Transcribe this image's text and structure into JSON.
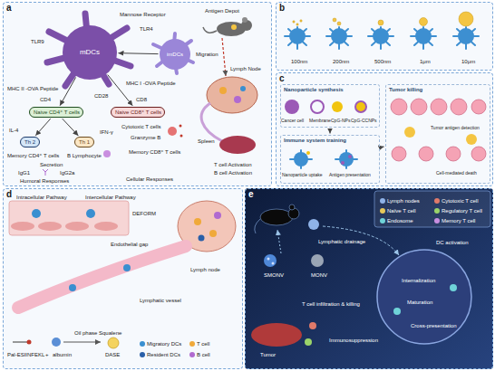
{
  "diagram": {
    "nodes": [
      {
        "text": [
          "a"
        ]
      },
      {
        "text": [
          "b"
        ]
      },
      {
        "text": [
          "c"
        ]
      },
      {
        "text": [
          "d"
        ]
      },
      {
        "text": [
          "e"
        ]
      },
      {
        "text": [
          "mDCs"
        ],
        "in": 0
      },
      {
        "text": [
          "imDCs"
        ],
        "in": 0
      },
      {
        "text": [
          "Naive CD4⁺ T cells"
        ],
        "in": 0
      },
      {
        "text": [
          "Naive CD8⁺ T cells"
        ],
        "in": 0
      },
      {
        "text": [
          "Th 2"
        ],
        "in": 0
      },
      {
        "text": [
          "Th 1"
        ],
        "in": 0
      },
      {
        "text": [
          "Nanoparticle synthesis"
        ],
        "in": 2
      },
      {
        "text": [
          "Tumor killing"
        ],
        "in": 2
      },
      {
        "text": [
          "Immune system training"
        ],
        "in": 2
      }
    ],
    "edges": [
      {
        "from": 6,
        "to": 5,
        "arrow": "to"
      },
      {
        "from": 5,
        "to": 7,
        "arrow": "to"
      },
      {
        "from": 5,
        "to": 8,
        "arrow": "to"
      },
      {
        "from": 7,
        "to": 9,
        "arrow": "to"
      },
      {
        "from": 7,
        "to": 10,
        "arrow": "to"
      },
      {
        "from": 11,
        "to": 13,
        "arrow": "to"
      },
      {
        "from": 13,
        "to": 12,
        "arrow": "to"
      }
    ],
    "labels": [
      "Mannose Receptor",
      "Antigen Depot",
      "TLR4",
      "TLR9",
      "Migration",
      "Lymph Node",
      "MHC II -OVA Peptide",
      "MHC I -OVA Peptide",
      "CD28",
      "CD4",
      "CD8",
      "Cytotoxic T cells",
      "IL-4",
      "IFN-γ",
      "Granzyme B",
      "Spleen",
      "Memory CD8⁺ T cells",
      "Memory CD4⁺ T cells",
      "B Lymphocyte",
      "Secretion",
      "T cell Activation",
      "IgG1",
      "IgG2a",
      "B cell Activation",
      "Cellular Responses",
      "Humoral Responses",
      "100nm",
      "200nm",
      "500nm",
      "1μm",
      "10μm",
      "Cancer cell",
      "Membrane",
      "CpG-NPs",
      "CpG-CCNPs",
      "Tumor antigen detection",
      "Nanoparticle uptake",
      "Antigen presentation",
      "Cell-mediated death",
      "Intracellular Pathway",
      "Intercellular Pathway",
      "DEFORM",
      "Endothelial gap",
      "Lymph node",
      "Lymphatic vessel",
      "Oil phase Squalene",
      "Pal-ESIINFEKL",
      "+",
      "albumin",
      "DASE",
      "Lymphatic drainage",
      "DC activation",
      "SMONV",
      "MONV",
      "Internalization",
      "Maturation",
      "T cell infiltration & killing",
      "Cross-presentation",
      "Immunosuppression",
      "Tumor"
    ],
    "legend": [
      {
        "text": "Migratory DCs",
        "color": "#3a8fd0"
      },
      {
        "text": "Resident DCs",
        "color": "#2a5fa8"
      },
      {
        "text": "T cell",
        "color": "#f0a93a"
      },
      {
        "text": "B cell",
        "color": "#b06ad0"
      },
      {
        "text": "Lymph nodes",
        "color": "#8fb3e8"
      },
      {
        "text": "Naïve T cell",
        "color": "#e6c85a"
      },
      {
        "text": "Endosome",
        "color": "#6fd3d8"
      },
      {
        "text": "Cytotoxic T cell",
        "color": "#e07a6a"
      },
      {
        "text": "Regulatory T cell",
        "color": "#9ad36a"
      },
      {
        "text": "Memory T cell",
        "color": "#c98fe0"
      }
    ]
  }
}
